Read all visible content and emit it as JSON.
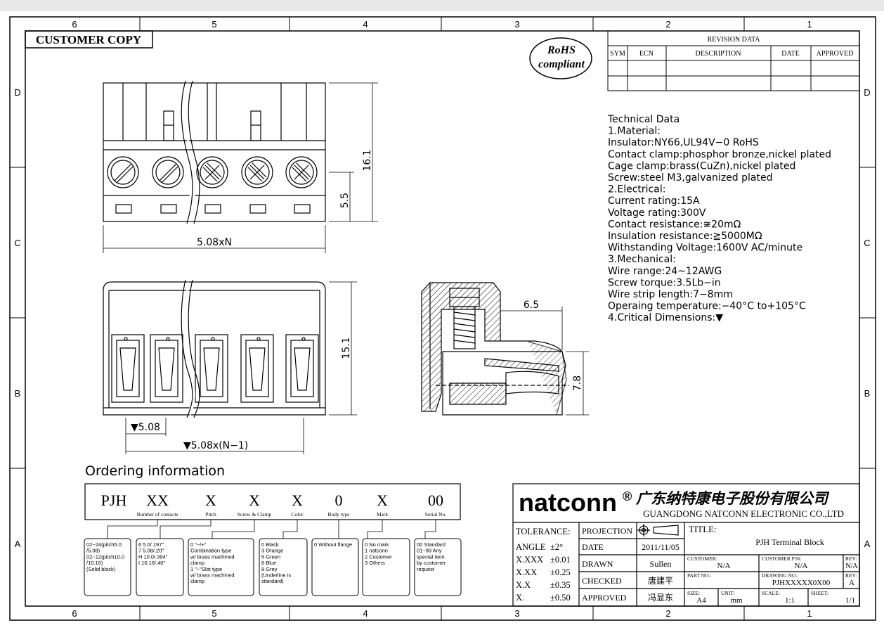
{
  "border": {
    "col_labels": [
      "6",
      "5",
      "4",
      "3",
      "2",
      "1"
    ],
    "row_labels": [
      "D",
      "C",
      "B",
      "A"
    ]
  },
  "customer_copy": "CUSTOMER COPY",
  "rohs": {
    "line1": "RoHS",
    "line2": "compliant"
  },
  "revision": {
    "title": "REVISION DATA",
    "headers": [
      "SYM",
      "ECN",
      "DESCRIPTION",
      "DATE",
      "APPROVED"
    ]
  },
  "technical_data": [
    "Technical  Data",
    "1.Material:",
    "  Insulator:NY66,UL94V−0  RoHS",
    "  Contact  clamp:phosphor  bronze,nickel  plated",
    "  Cage  clamp:brass(CuZn),nickel  plated",
    "  Screw:steel  M3,galvanized  plated",
    "2.Electrical:",
    "  Current  rating:15A",
    "  Voltage  rating:300V",
    "  Contact  resistance:≆20mΩ",
    "  Insulation  resistance:≧5000MΩ",
    "  Withstanding  Voltage:1600V  AC/minute",
    "3.Mechanical:",
    "  Wire  range:24~12AWG",
    "  Screw  torque:3.5Lb−in",
    "  Wire  strip  length:7−8mm",
    "  Operaing  temperature:−40°C  to+105°C",
    "4.Critical  Dimensions:▼"
  ],
  "dimensions": {
    "d161": "16.1",
    "d55": "5.5",
    "d508n": "5.08xN",
    "d151": "15.1",
    "d65": "6.5",
    "d78": "7.8",
    "d508": "▼5.08",
    "d508n1": "▼5.08x(N−1)"
  },
  "ordering": {
    "title": "Ordering  information",
    "codes": [
      "PJH",
      "XX",
      "X",
      "X",
      "X",
      "0",
      "X",
      "00"
    ],
    "captions": [
      "Number of contacts",
      "Pitch",
      "Screw & Clamp",
      "Color",
      "Body type",
      "Mark",
      "Serial No."
    ],
    "boxes": [
      [
        "02~24(pitch5.0",
        "/5.08)",
        "02~12(pitch10.0",
        "/10.16)",
        "(Solid block)"
      ],
      [
        "6  5.0/.197\"",
        "7  5.08/.20\"",
        "H  10.0/.394\"",
        "I  10.16/.40\""
      ],
      [
        "0  \"−/+\"",
        "Combination type",
        "w/ brass machined",
        "clamp",
        "1  \"−\"Slot type",
        "w/ brass machined",
        "clamp"
      ],
      [
        "0  Black",
        "3  Orange",
        "5  Green",
        "6  Blue",
        "8  Grey",
        "(Underline is",
        "standard)"
      ],
      [
        "0  Without flange"
      ],
      [
        "0  No mark",
        "1  natconn",
        "2  Customer",
        "3  Others"
      ],
      [
        "00  Standard",
        "01~99  Any",
        "special item",
        "by customer",
        "request"
      ]
    ]
  },
  "title_block": {
    "brand": "natconn",
    "registered": "®",
    "company_cn": "广东纳特康电子股份有限公司",
    "company_en": "GUANGDONG NATCONN ELECTRONIC CO.,LTD",
    "tolerance_label": "TOLERANCE:",
    "tolerances": [
      [
        "ANGLE",
        "±2°"
      ],
      [
        "X.XXX",
        "±0.01"
      ],
      [
        "X.XX",
        "±0.25"
      ],
      [
        "X.X",
        "±0.35"
      ],
      [
        "X.",
        "±0.50"
      ]
    ],
    "projection": "PROJECTION",
    "date_label": "DATE",
    "date": "2011/11/05",
    "drawn_label": "DRAWN",
    "drawn": "Sullen",
    "checked_label": "CHECKED",
    "checked": "唐建平",
    "approved_label": "APPROVED",
    "approved": "冯显东",
    "title_label": "TITLE:",
    "title": "PJH  Terminal Block",
    "customer_label": "CUSTOMER:",
    "customer": "N/A",
    "customer_pn_label": "CUSTOMER P/N:",
    "customer_pn": "N/A",
    "rev_label": "REV:",
    "rev_top": "N/A",
    "part_no_label": "PART NO.:",
    "drawing_no_label": "DRAWING NO.:",
    "drawing_no": "PJHXXXXX0X00",
    "rev": "A",
    "size_label": "SIZE:",
    "size": "A4",
    "unit_label": "UNIT:",
    "unit": "mm",
    "scale_label": "SCALE:",
    "scale": "1:1",
    "sheet_label": "SHEET:",
    "sheet": "1/1"
  }
}
